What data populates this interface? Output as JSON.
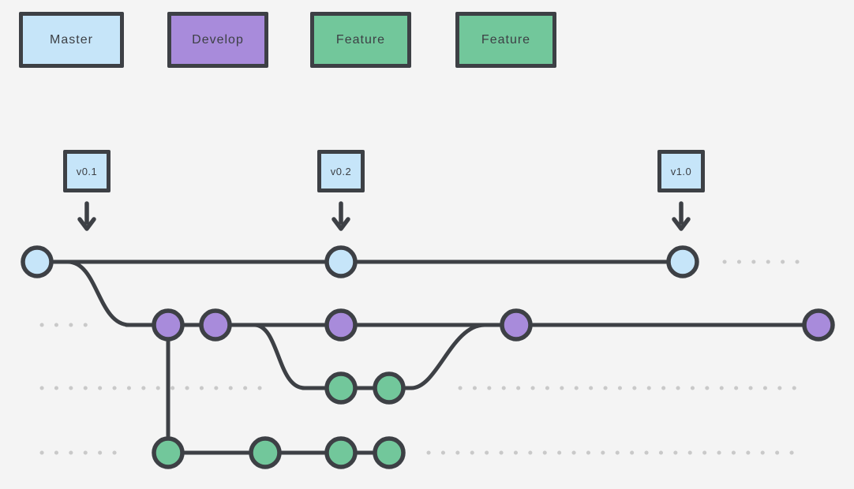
{
  "legend": {
    "items": [
      {
        "label": "Master",
        "branch": "master"
      },
      {
        "label": "Develop",
        "branch": "develop"
      },
      {
        "label": "Feature",
        "branch": "feature"
      },
      {
        "label": "Feature",
        "branch": "feature"
      }
    ]
  },
  "tags": {
    "items": [
      {
        "label": "v0.1"
      },
      {
        "label": "v0.2"
      },
      {
        "label": "v1.0"
      }
    ]
  },
  "colors": {
    "master": "#c6e5f9",
    "develop": "#a88bdb",
    "feature": "#72c79b",
    "stroke": "#3d4045",
    "dots": "#c9c9c9",
    "background": "#f4f4f4"
  },
  "diagram": {
    "type": "git-branching-flow",
    "branches": [
      {
        "name": "master",
        "commit_count": 3,
        "continuation": "dotted line to the right after last commit"
      },
      {
        "name": "develop",
        "commit_count": 5,
        "branched_from": "master first commit",
        "continuation": "dotted line to the left before first commit"
      },
      {
        "name": "feature-upper",
        "commit_count": 2,
        "branched_from": "develop",
        "merged_into": "develop before its 4th commit",
        "continuation": "dotted lines on both sides"
      },
      {
        "name": "feature-lower",
        "commit_count": 4,
        "branched_from": "develop first commit (vertical link)",
        "continuation": "dotted lines on both sides"
      }
    ],
    "tag_arrows": "each version tag points down toward the master timeline"
  }
}
